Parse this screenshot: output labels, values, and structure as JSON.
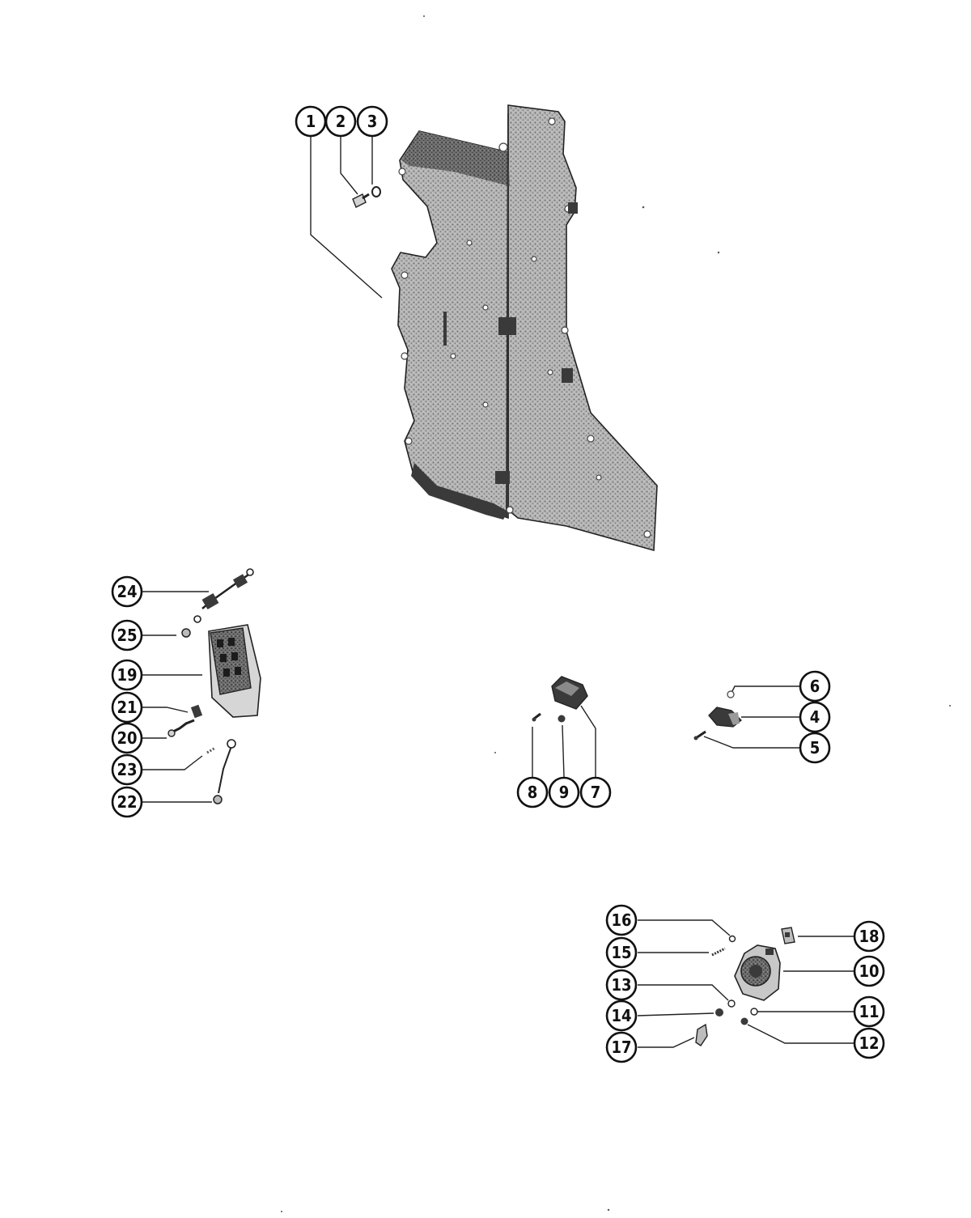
{
  "callouts": [
    {
      "id": "c1",
      "label": "1"
    },
    {
      "id": "c2",
      "label": "2"
    },
    {
      "id": "c3",
      "label": "3"
    },
    {
      "id": "c4",
      "label": "4"
    },
    {
      "id": "c5",
      "label": "5"
    },
    {
      "id": "c6",
      "label": "6"
    },
    {
      "id": "c7",
      "label": "7"
    },
    {
      "id": "c8",
      "label": "8"
    },
    {
      "id": "c9",
      "label": "9"
    },
    {
      "id": "c10",
      "label": "10"
    },
    {
      "id": "c11",
      "label": "11"
    },
    {
      "id": "c12",
      "label": "12"
    },
    {
      "id": "c13",
      "label": "13"
    },
    {
      "id": "c14",
      "label": "14"
    },
    {
      "id": "c15",
      "label": "15"
    },
    {
      "id": "c16",
      "label": "16"
    },
    {
      "id": "c17",
      "label": "17"
    },
    {
      "id": "c18",
      "label": "18"
    },
    {
      "id": "c19",
      "label": "19"
    },
    {
      "id": "c20",
      "label": "20"
    },
    {
      "id": "c21",
      "label": "21"
    },
    {
      "id": "c22",
      "label": "22"
    },
    {
      "id": "c23",
      "label": "23"
    },
    {
      "id": "c24",
      "label": "24"
    },
    {
      "id": "c25",
      "label": "25"
    }
  ],
  "colors": {
    "ink": "#111111",
    "background": "#ffffff"
  }
}
